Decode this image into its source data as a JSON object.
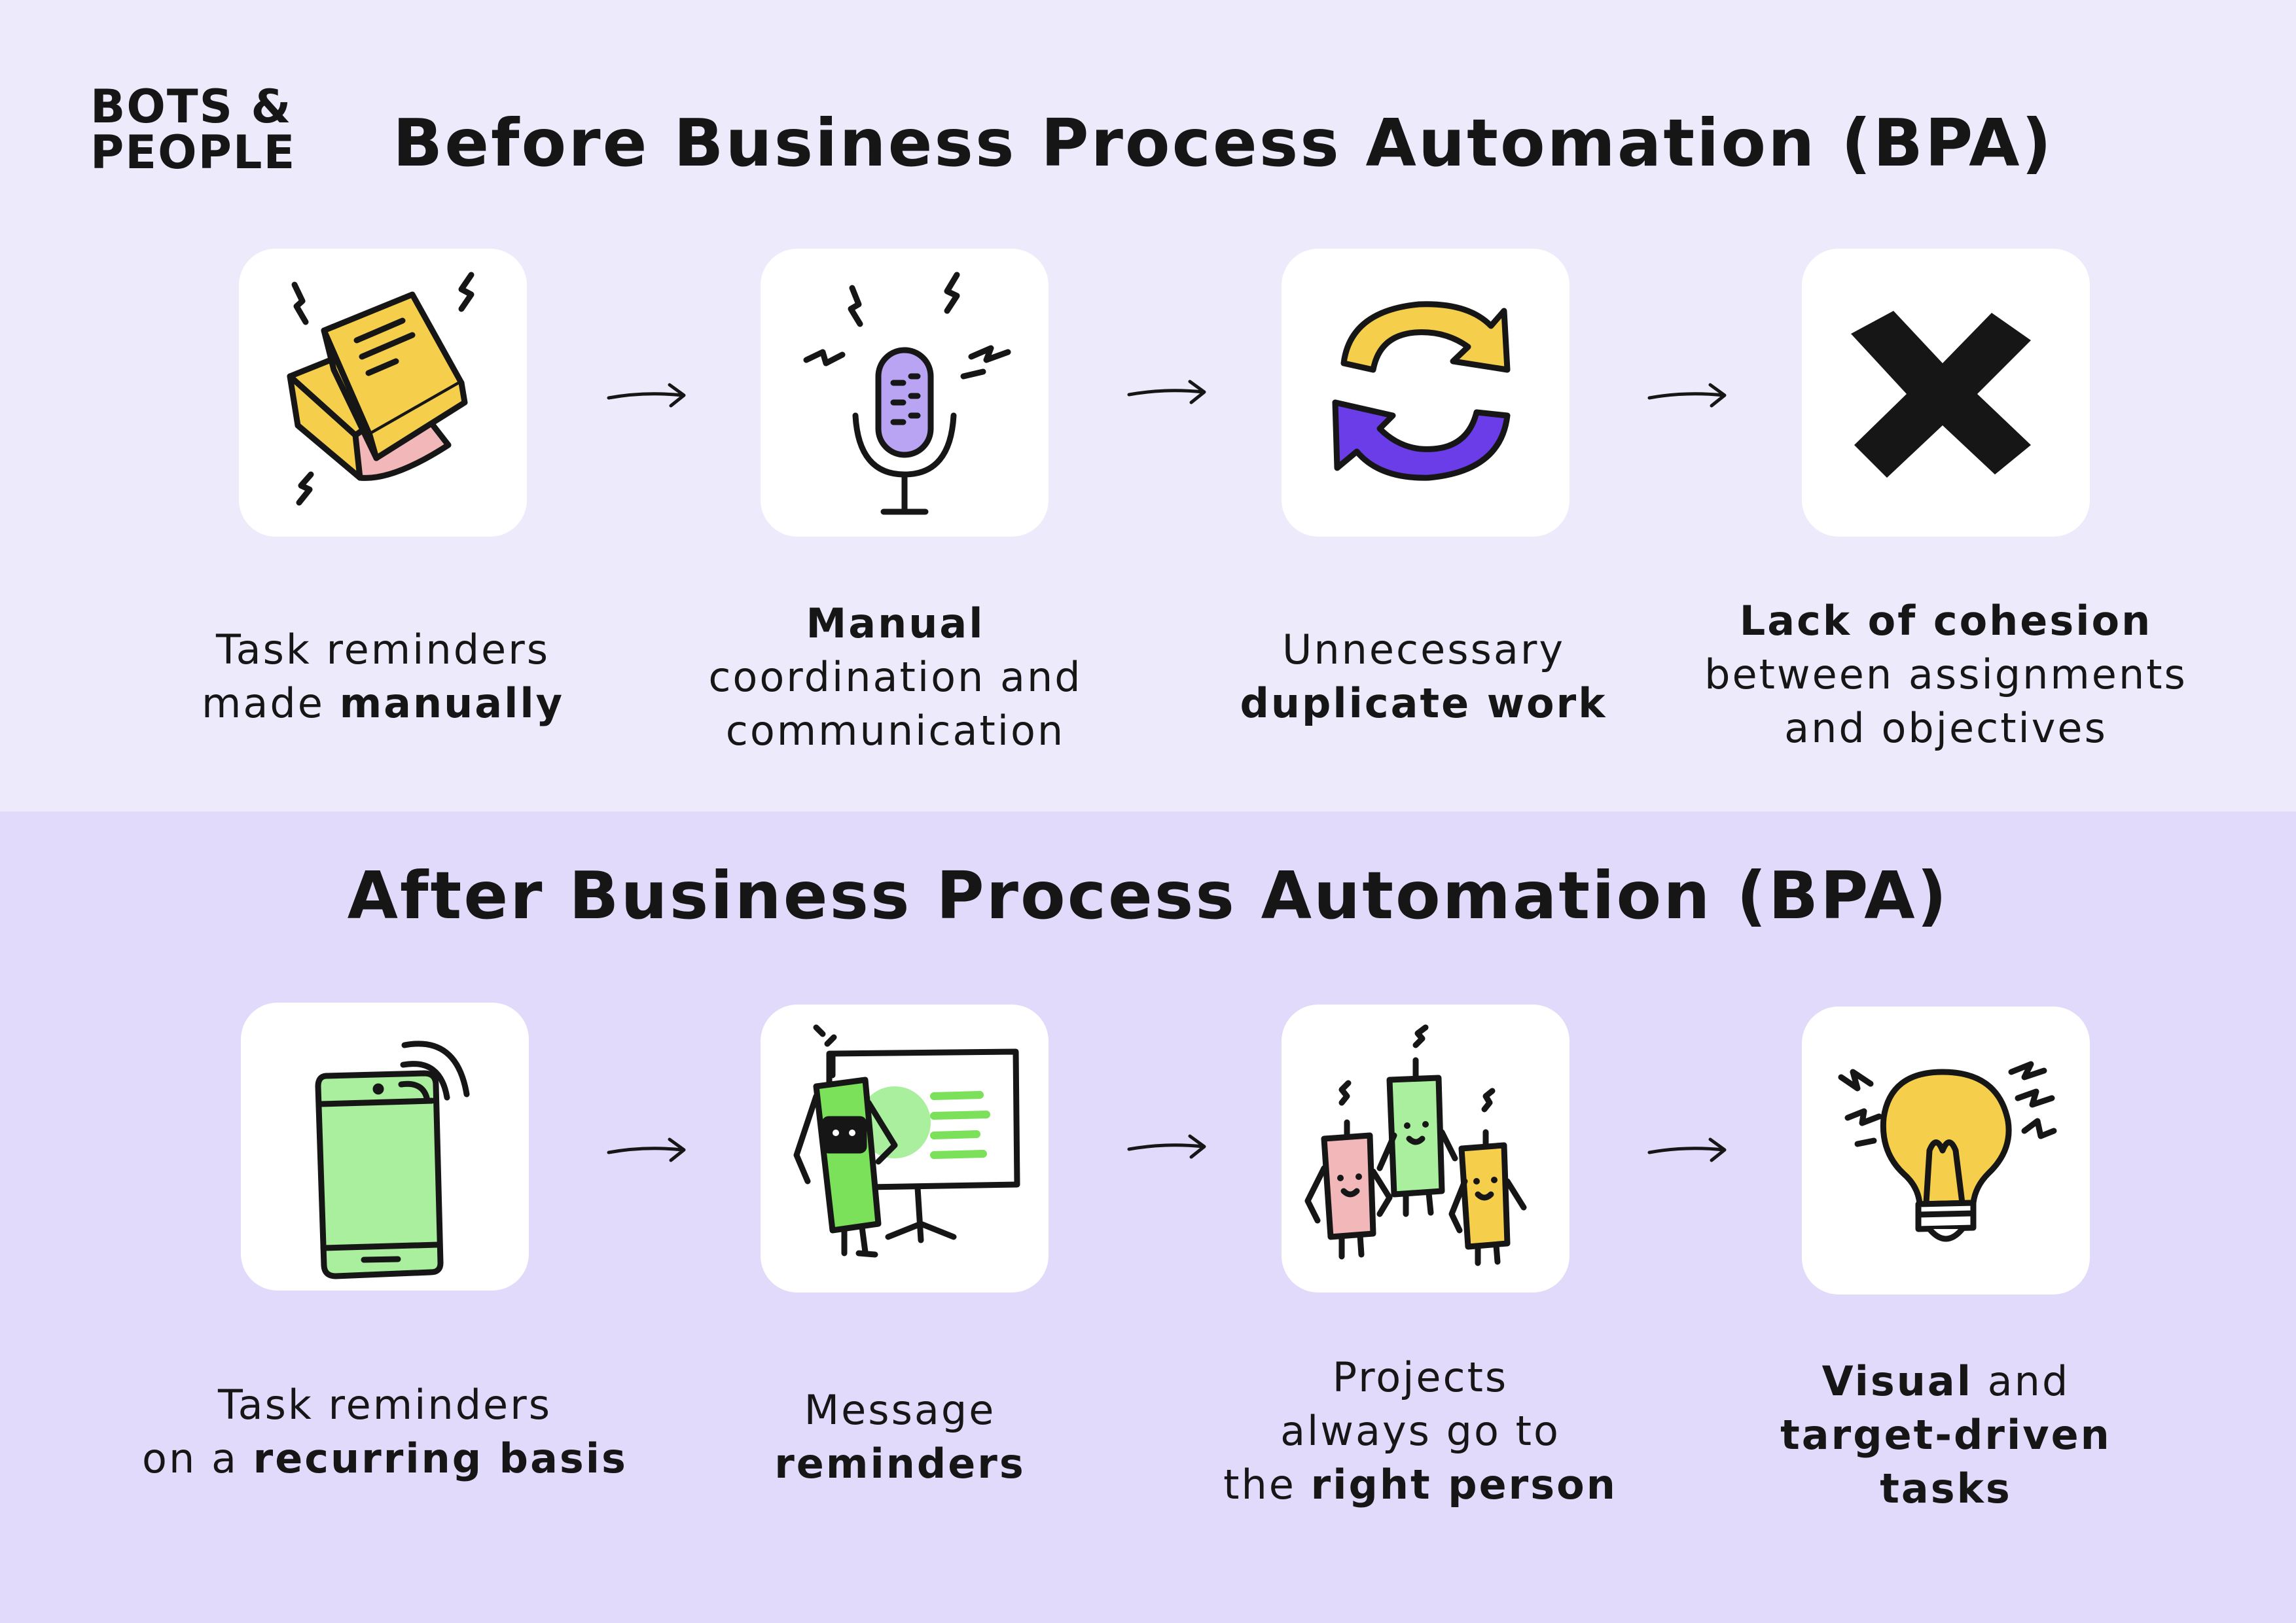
{
  "brand": {
    "line1": "BOTS &",
    "line2": "PEOPLE"
  },
  "before": {
    "title": "Before Business Process Automation (BPA)",
    "steps": [
      {
        "icon": "books-icon",
        "lines": [
          [
            {
              "t": "Task reminders",
              "b": false
            }
          ],
          [
            {
              "t": "made ",
              "b": false
            },
            {
              "t": "manually",
              "b": true
            }
          ]
        ]
      },
      {
        "icon": "microphone-icon",
        "lines": [
          [
            {
              "t": "Manual",
              "b": true
            }
          ],
          [
            {
              "t": "coordination and",
              "b": false
            }
          ],
          [
            {
              "t": "communication",
              "b": false
            }
          ]
        ]
      },
      {
        "icon": "refresh-arrows-icon",
        "lines": [
          [
            {
              "t": "Unnecessary",
              "b": false
            }
          ],
          [
            {
              "t": "duplicate work",
              "b": true
            }
          ]
        ]
      },
      {
        "icon": "cross-icon",
        "lines": [
          [
            {
              "t": "Lack of cohesion",
              "b": true
            }
          ],
          [
            {
              "t": "between assignments",
              "b": false
            }
          ],
          [
            {
              "t": "and objectives",
              "b": false
            }
          ]
        ]
      }
    ]
  },
  "after": {
    "title": "After Business Process Automation (BPA)",
    "steps": [
      {
        "icon": "smartphone-icon",
        "lines": [
          [
            {
              "t": "Task reminders",
              "b": false
            }
          ],
          [
            {
              "t": "on a ",
              "b": false
            },
            {
              "t": "recurring basis",
              "b": true
            }
          ]
        ]
      },
      {
        "icon": "robot-presentation-icon",
        "lines": [
          [
            {
              "t": "Message",
              "b": false
            }
          ],
          [
            {
              "t": "reminders",
              "b": true
            }
          ]
        ]
      },
      {
        "icon": "robot-team-icon",
        "lines": [
          [
            {
              "t": "Projects",
              "b": false
            }
          ],
          [
            {
              "t": "always go to",
              "b": false
            }
          ],
          [
            {
              "t": "the ",
              "b": false
            },
            {
              "t": "right person",
              "b": true
            }
          ]
        ]
      },
      {
        "icon": "lightbulb-icon",
        "lines": [
          [
            {
              "t": "Visual",
              "b": true
            },
            {
              "t": " and",
              "b": false
            }
          ],
          [
            {
              "t": "target-driven",
              "b": true
            }
          ],
          [
            {
              "t": "tasks",
              "b": true
            }
          ]
        ]
      }
    ]
  },
  "colors": {
    "top_band": "#edebfb",
    "bottom_band": "#e1dafa",
    "card": "#ffffff",
    "yellow": "#f5cf4c",
    "pink": "#f2b8b9",
    "lavender": "#b9a4f4",
    "purple": "#6a3de8",
    "green": "#a9ef9d",
    "bright_green": "#7be05a",
    "ink": "#161616"
  }
}
